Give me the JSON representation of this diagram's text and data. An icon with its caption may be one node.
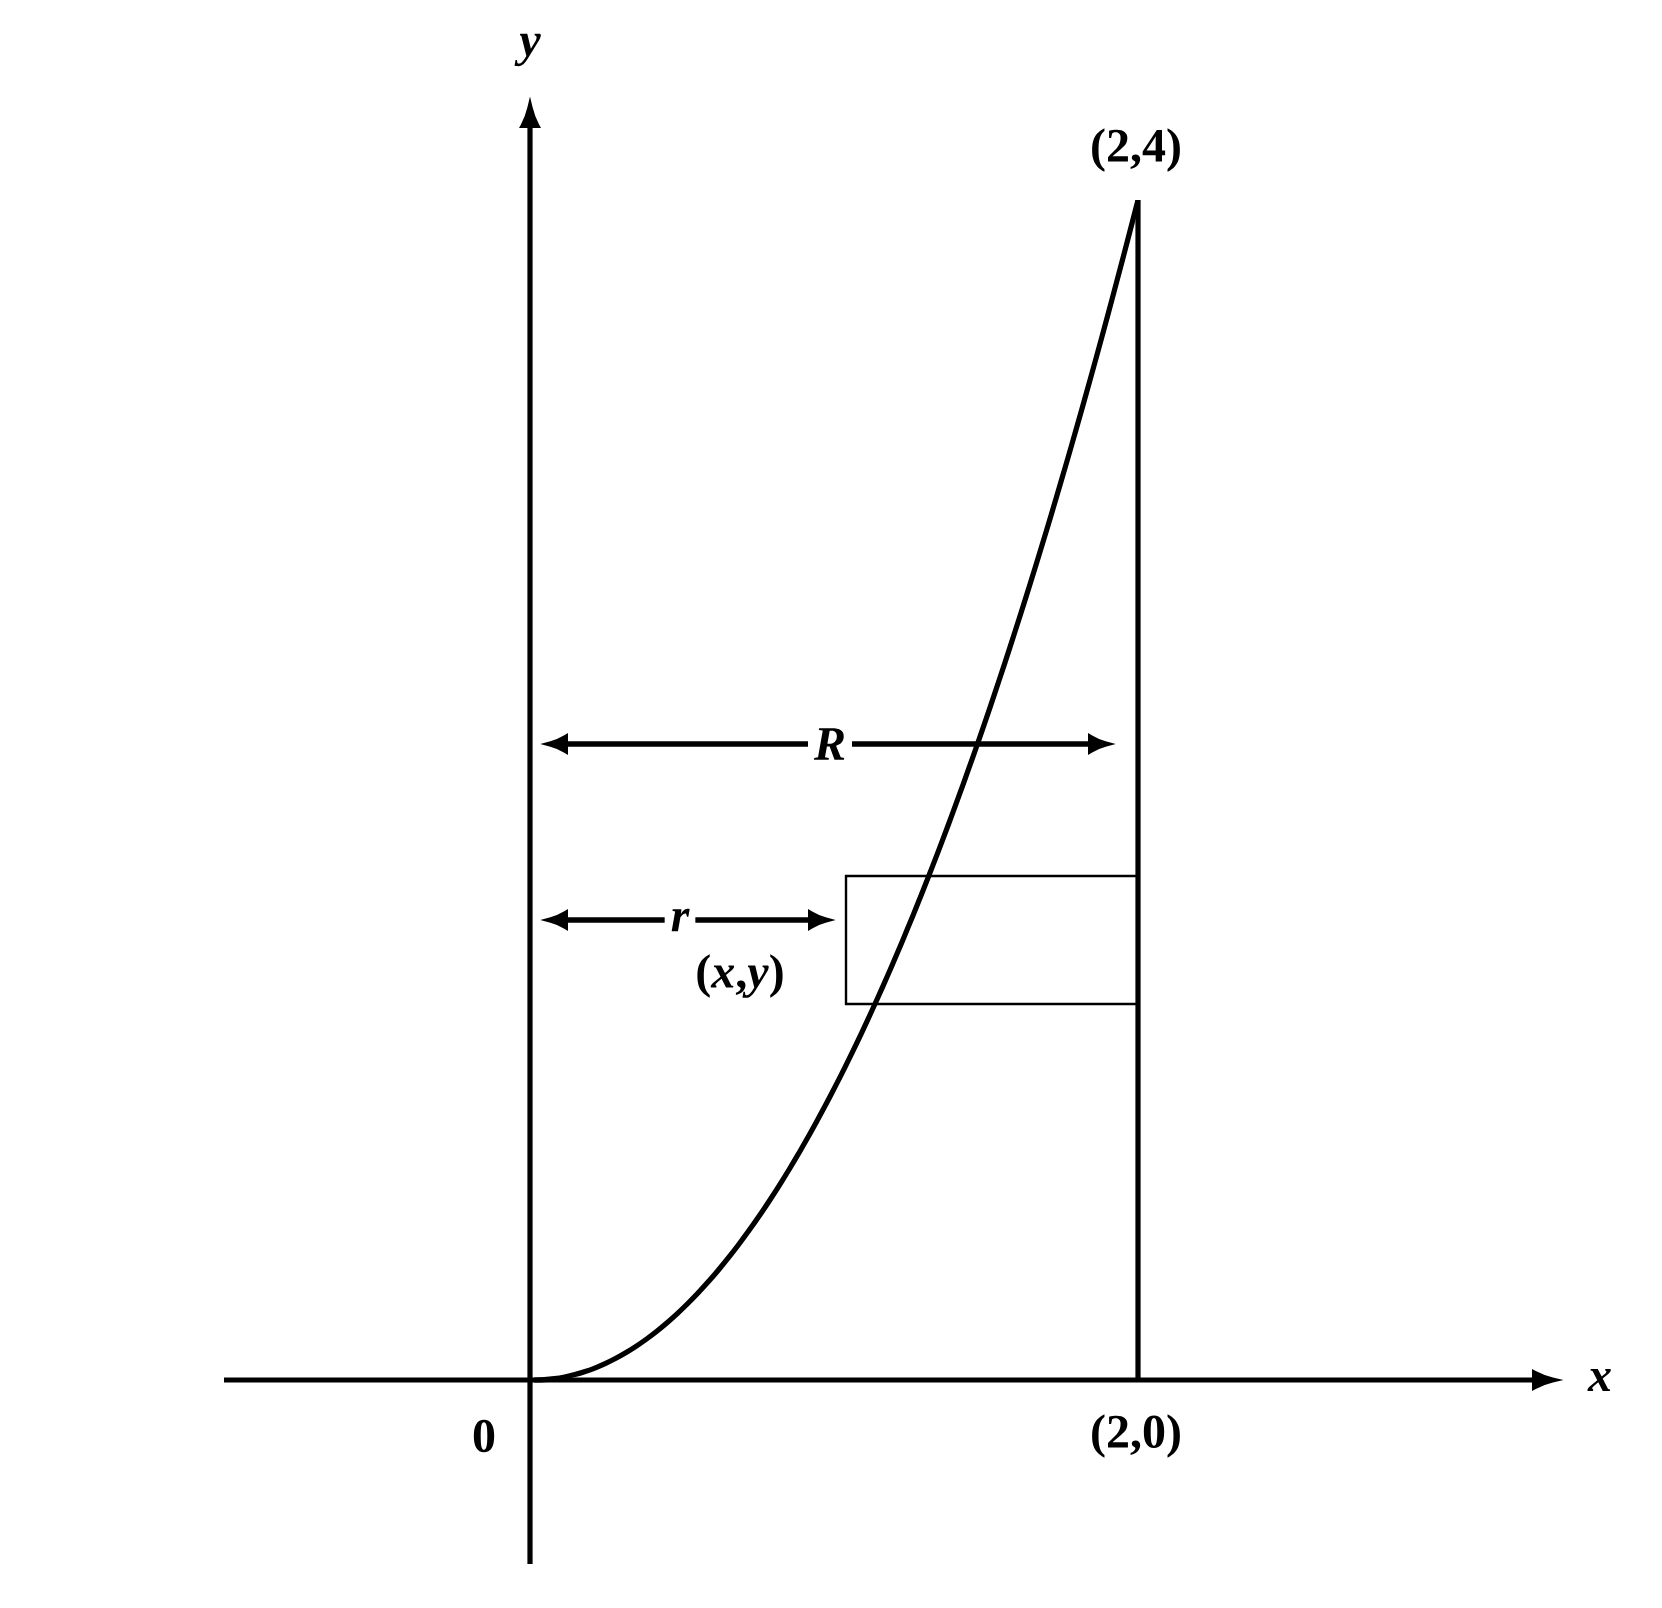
{
  "diagram": {
    "labels": [
      "y",
      "(2,4)",
      "R",
      "r",
      "(*x*,*y*)",
      "x",
      "0",
      "(2,0)"
    ]
  }
}
